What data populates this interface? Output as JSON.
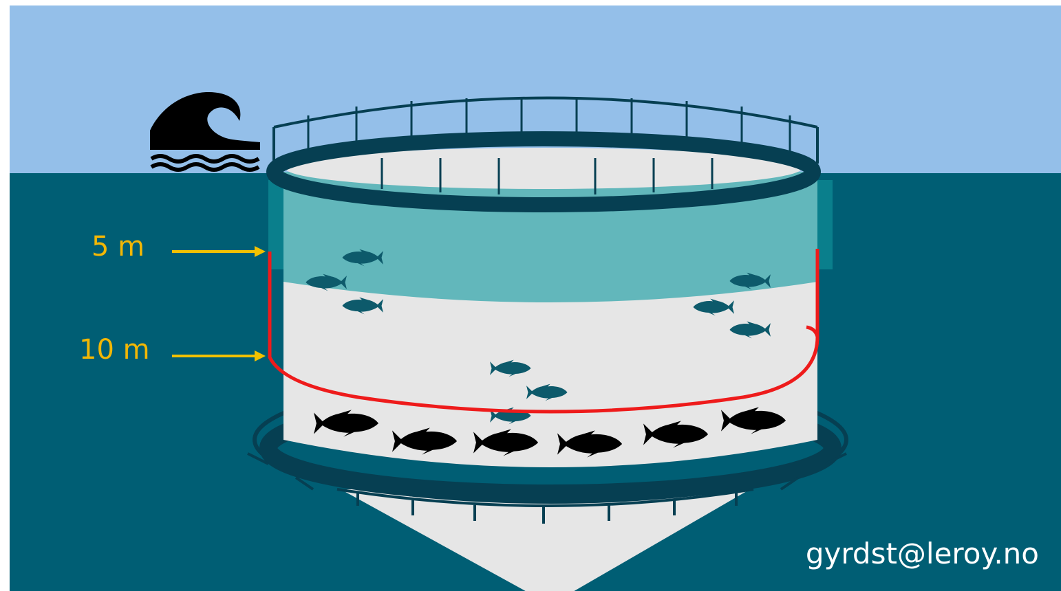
{
  "depth_markers": [
    {
      "label": "5 m"
    },
    {
      "label": "10 m"
    }
  ],
  "contact_email": "gyrdst@leroy.no",
  "colors": {
    "sky": "#94bfe9",
    "sea": "#005e74",
    "pen_ring": "#063f52",
    "net_interior": "#e6e6e6",
    "upper_water_band": "#62b7bb",
    "skirt_line": "#ee1b1b",
    "depth_arrow": "#f2c100",
    "depth_text": "#f2b705",
    "fish_dark": "#000000",
    "fish_teal": "#0d5a6b"
  },
  "icons": [
    "wave-icon",
    "fish-icon"
  ]
}
